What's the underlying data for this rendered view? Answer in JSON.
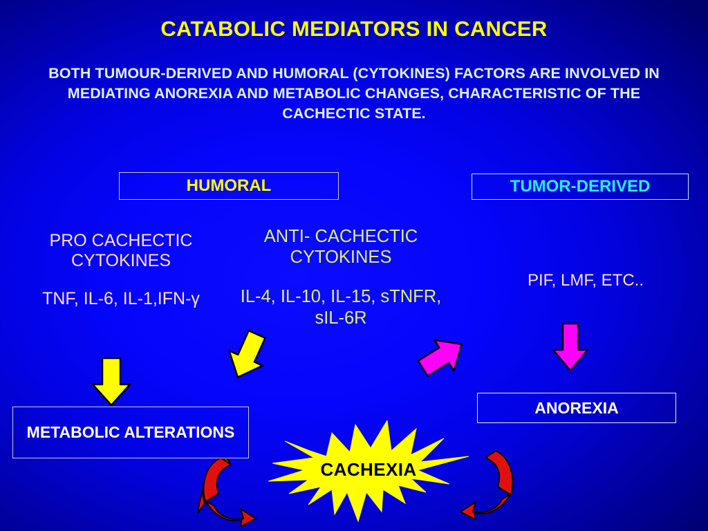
{
  "slide": {
    "title": "CATABOLIC MEDIATORS IN CANCER",
    "subtitle": "BOTH TUMOUR-DERIVED AND HUMORAL (CYTOKINES) FACTORS ARE INVOLVED IN MEDIATING ANOREXIA AND METABOLIC CHANGES, CHARACTERISTIC OF THE CACHECTIC STATE.",
    "background_color": "#0000ff",
    "background_edge_color": "#00006e"
  },
  "headers": {
    "humoral": "HUMORAL",
    "humoral_color": "#ffff00",
    "tumor_derived": "TUMOR-DERIVED",
    "tumor_derived_color": "#26f0ff"
  },
  "mediators": {
    "pro_cachectic_title": "PRO CACHECTIC CYTOKINES",
    "pro_cachectic_list": "TNF, IL-6, IL-1,IFN-γ",
    "pro_cachectic_color": "#fbe2ee",
    "anti_cachectic_title": "ANTI- CACHECTIC CYTOKINES",
    "anti_cachectic_list": "IL-4, IL-10, IL-15, sTNFR, sIL-6R",
    "anti_cachectic_color": "#dcf26a",
    "tumor_factors": "PIF, LMF, ETC..",
    "tumor_factors_color": "#fbe2ee"
  },
  "outcomes": {
    "metabolic": "METABOLIC ALTERATIONS",
    "anorexia": "ANOREXIA",
    "cachexia": "CACHEXIA",
    "cachexia_burst_color": "#ffff00",
    "cachexia_text_color": "#000000"
  },
  "arrows": {
    "yellow_color": "#ffff00",
    "magenta_color": "#ff00ff",
    "red_color": "#e01010",
    "outline_color": "#000000",
    "items": [
      {
        "name": "arrow-yellow-left",
        "color": "#ffff00",
        "direction": "down"
      },
      {
        "name": "arrow-yellow-mid",
        "color": "#ffff00",
        "direction": "down-left"
      },
      {
        "name": "arrow-magenta-mid",
        "color": "#ff00ff",
        "direction": "down-right"
      },
      {
        "name": "arrow-magenta-right",
        "color": "#ff00ff",
        "direction": "down"
      },
      {
        "name": "arrow-red-left",
        "color": "#e01010",
        "direction": "curved-down-right"
      },
      {
        "name": "arrow-red-right",
        "color": "#e01010",
        "direction": "curved-down-left"
      }
    ]
  }
}
